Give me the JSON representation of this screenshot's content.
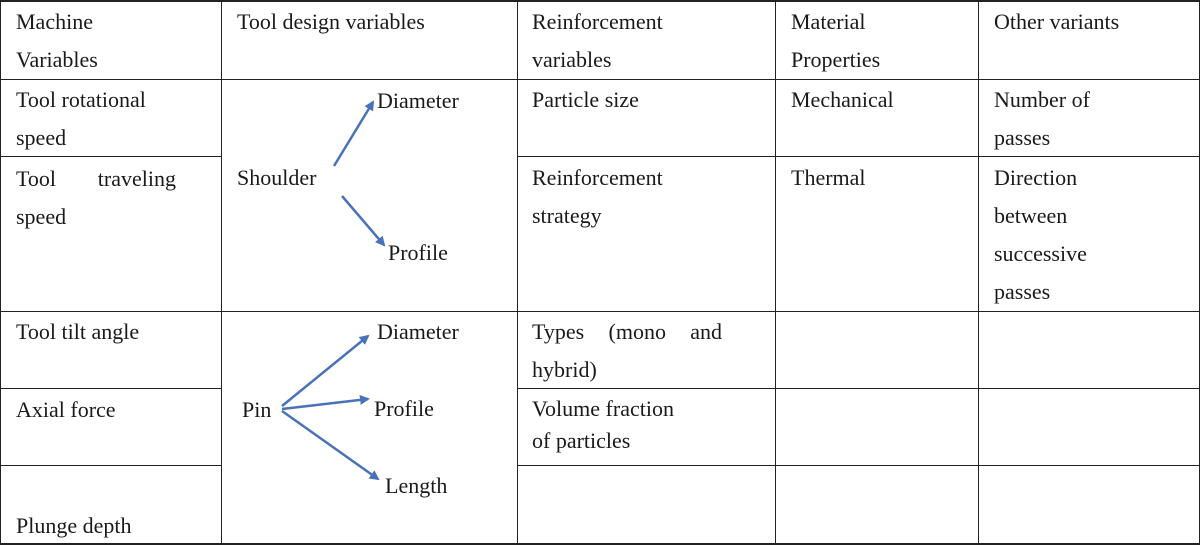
{
  "colors": {
    "grid": "#222222",
    "text": "#1a1a1a",
    "arrow": "#4a72b8"
  },
  "header": {
    "col1": "Machine\nVariables",
    "col2": "Tool design variables",
    "col3": "Reinforcement\nvariables",
    "col4": "Material\nProperties",
    "col5": "Other variants"
  },
  "machine": {
    "r1": "Tool rotational\nspeed",
    "r2_line1": "Tool traveling",
    "r2_line2": "speed",
    "r3": "Tool tilt angle",
    "r4": "Axial force",
    "r5": "Plunge depth"
  },
  "tool": {
    "shoulder": {
      "label": "Shoulder",
      "branch_top": "Diameter",
      "branch_bottom": "Profile"
    },
    "pin": {
      "label": "Pin",
      "branch_top": "Diameter",
      "branch_mid": "Profile",
      "branch_bottom": "Length"
    }
  },
  "reinforcement": {
    "r1": "Particle size",
    "r2": "Reinforcement\nstrategy",
    "r3_line1": "Types (mono and",
    "r3_line2": "hybrid)",
    "r4": "Volume fraction\nof particles"
  },
  "material": {
    "r1": "Mechanical",
    "r2": "Thermal"
  },
  "other": {
    "r1": "Number of\npasses",
    "r2": "Direction\nbetween\nsuccessive\npasses"
  }
}
